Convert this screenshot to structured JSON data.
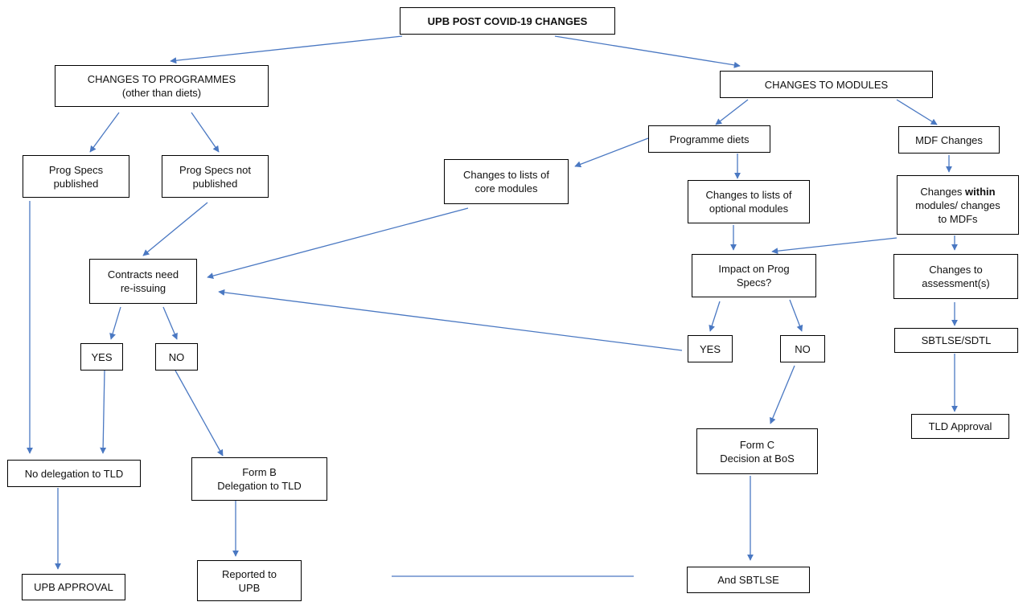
{
  "nodes": {
    "title": {
      "lines": [
        "UPB POST COVID-19 CHANGES"
      ]
    },
    "programmes": {
      "lines": [
        "CHANGES TO PROGRAMMES",
        "(other than diets)"
      ]
    },
    "modules": {
      "lines": [
        "CHANGES TO MODULES"
      ]
    },
    "prog_published": {
      "lines": [
        "Prog Specs",
        "published"
      ]
    },
    "prog_not_published": {
      "lines": [
        "Prog Specs not",
        "published"
      ]
    },
    "core_modules": {
      "lines": [
        "Changes to lists of",
        "core modules"
      ]
    },
    "prog_diets": {
      "lines": [
        "Programme diets"
      ]
    },
    "mdf_changes": {
      "lines": [
        "MDF Changes"
      ]
    },
    "optional_modules": {
      "lines": [
        "Changes to lists of",
        "optional modules"
      ]
    },
    "within_modules": {
      "line1_pre": "Changes ",
      "line1_bold": "within",
      "line2": "modules/ changes",
      "line3": "to MDFs"
    },
    "contracts": {
      "lines": [
        "Contracts need",
        "re-issuing"
      ]
    },
    "impact": {
      "lines": [
        "Impact on Prog",
        "Specs?"
      ]
    },
    "assessment": {
      "lines": [
        "Changes to",
        "assessment(s)"
      ]
    },
    "yes_left": {
      "lines": [
        "YES"
      ]
    },
    "no_left": {
      "lines": [
        "NO"
      ]
    },
    "yes_right": {
      "lines": [
        "YES"
      ]
    },
    "no_right": {
      "lines": [
        "NO"
      ]
    },
    "sbtlse_sdtl": {
      "lines": [
        "SBTLSE/SDTL"
      ]
    },
    "tld_approval": {
      "lines": [
        "TLD Approval"
      ]
    },
    "no_delegation": {
      "lines": [
        "No delegation to TLD"
      ]
    },
    "form_b": {
      "lines": [
        "Form B",
        "Delegation to TLD"
      ]
    },
    "form_c": {
      "lines": [
        "Form C",
        "Decision at BoS"
      ]
    },
    "upb_approval": {
      "lines": [
        "UPB APPROVAL"
      ]
    },
    "reported_upb": {
      "lines": [
        "Reported to",
        "UPB"
      ]
    },
    "and_sbtlse": {
      "lines": [
        "And SBTLSE"
      ]
    }
  },
  "colors": {
    "arrow": "#4a78c2",
    "border": "#000000"
  }
}
